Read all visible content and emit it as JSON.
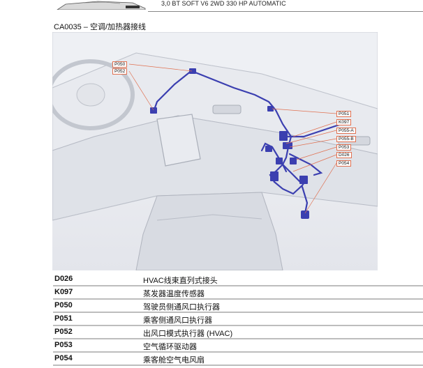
{
  "header": {
    "subtitle": "3,0 BT SOFT V6 2WD 330 HP AUTOMATIC"
  },
  "title": "CA0035 – 空调/加热器接线",
  "callouts": {
    "p050": "P050",
    "p052": "P052",
    "p051": "P051",
    "k097": "K097",
    "p055a": "P055-A",
    "p055b": "P055-B",
    "p053": "P053",
    "d026": "D026",
    "p054": "P054"
  },
  "colors": {
    "harness": "#3b3fb0",
    "callout_border": "#e07050",
    "rule": "#bdbdbd"
  },
  "legend": [
    {
      "code": "D026",
      "desc": "HVAC线束直列式接头"
    },
    {
      "code": "K097",
      "desc": "蒸发器温度传感器"
    },
    {
      "code": "P050",
      "desc": "驾驶员侧通风口执行器"
    },
    {
      "code": "P051",
      "desc": "乘客侧通风口执行器"
    },
    {
      "code": "P052",
      "desc": "出风口模式执行器 (HVAC)"
    },
    {
      "code": "P053",
      "desc": "空气循环驱动器"
    },
    {
      "code": "P054",
      "desc": "乘客舱空气电风扇"
    }
  ]
}
